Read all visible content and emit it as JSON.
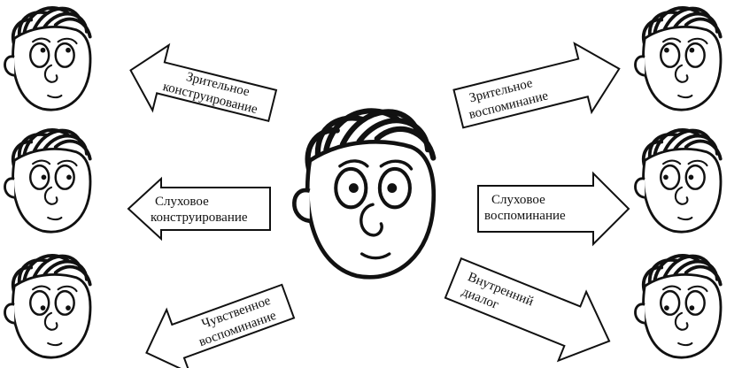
{
  "diagram": {
    "center_face": {
      "icon": "cartoon-face-icon"
    },
    "arrows": [
      {
        "id": "top-left",
        "direction": "left",
        "line1": "Зрительное",
        "line2": "конструирование"
      },
      {
        "id": "mid-left",
        "direction": "left",
        "line1": "Слуховое",
        "line2": "конструирование"
      },
      {
        "id": "bottom-left",
        "direction": "left",
        "line1": "Чувственное",
        "line2": "воспоминание"
      },
      {
        "id": "top-right",
        "direction": "right",
        "line1": "Зрительное",
        "line2": "воспоминание"
      },
      {
        "id": "mid-right",
        "direction": "right",
        "line1": "Слуховое",
        "line2": "воспоминание"
      },
      {
        "id": "bottom-right",
        "direction": "right",
        "line1": "Внутренний",
        "line2": "диалог"
      }
    ],
    "side_faces": [
      {
        "id": "top-left",
        "gaze": "up-right"
      },
      {
        "id": "mid-left",
        "gaze": "right"
      },
      {
        "id": "bottom-left",
        "gaze": "down-right"
      },
      {
        "id": "top-right",
        "gaze": "up-left"
      },
      {
        "id": "mid-right",
        "gaze": "left"
      },
      {
        "id": "bottom-right",
        "gaze": "down-left"
      }
    ]
  }
}
